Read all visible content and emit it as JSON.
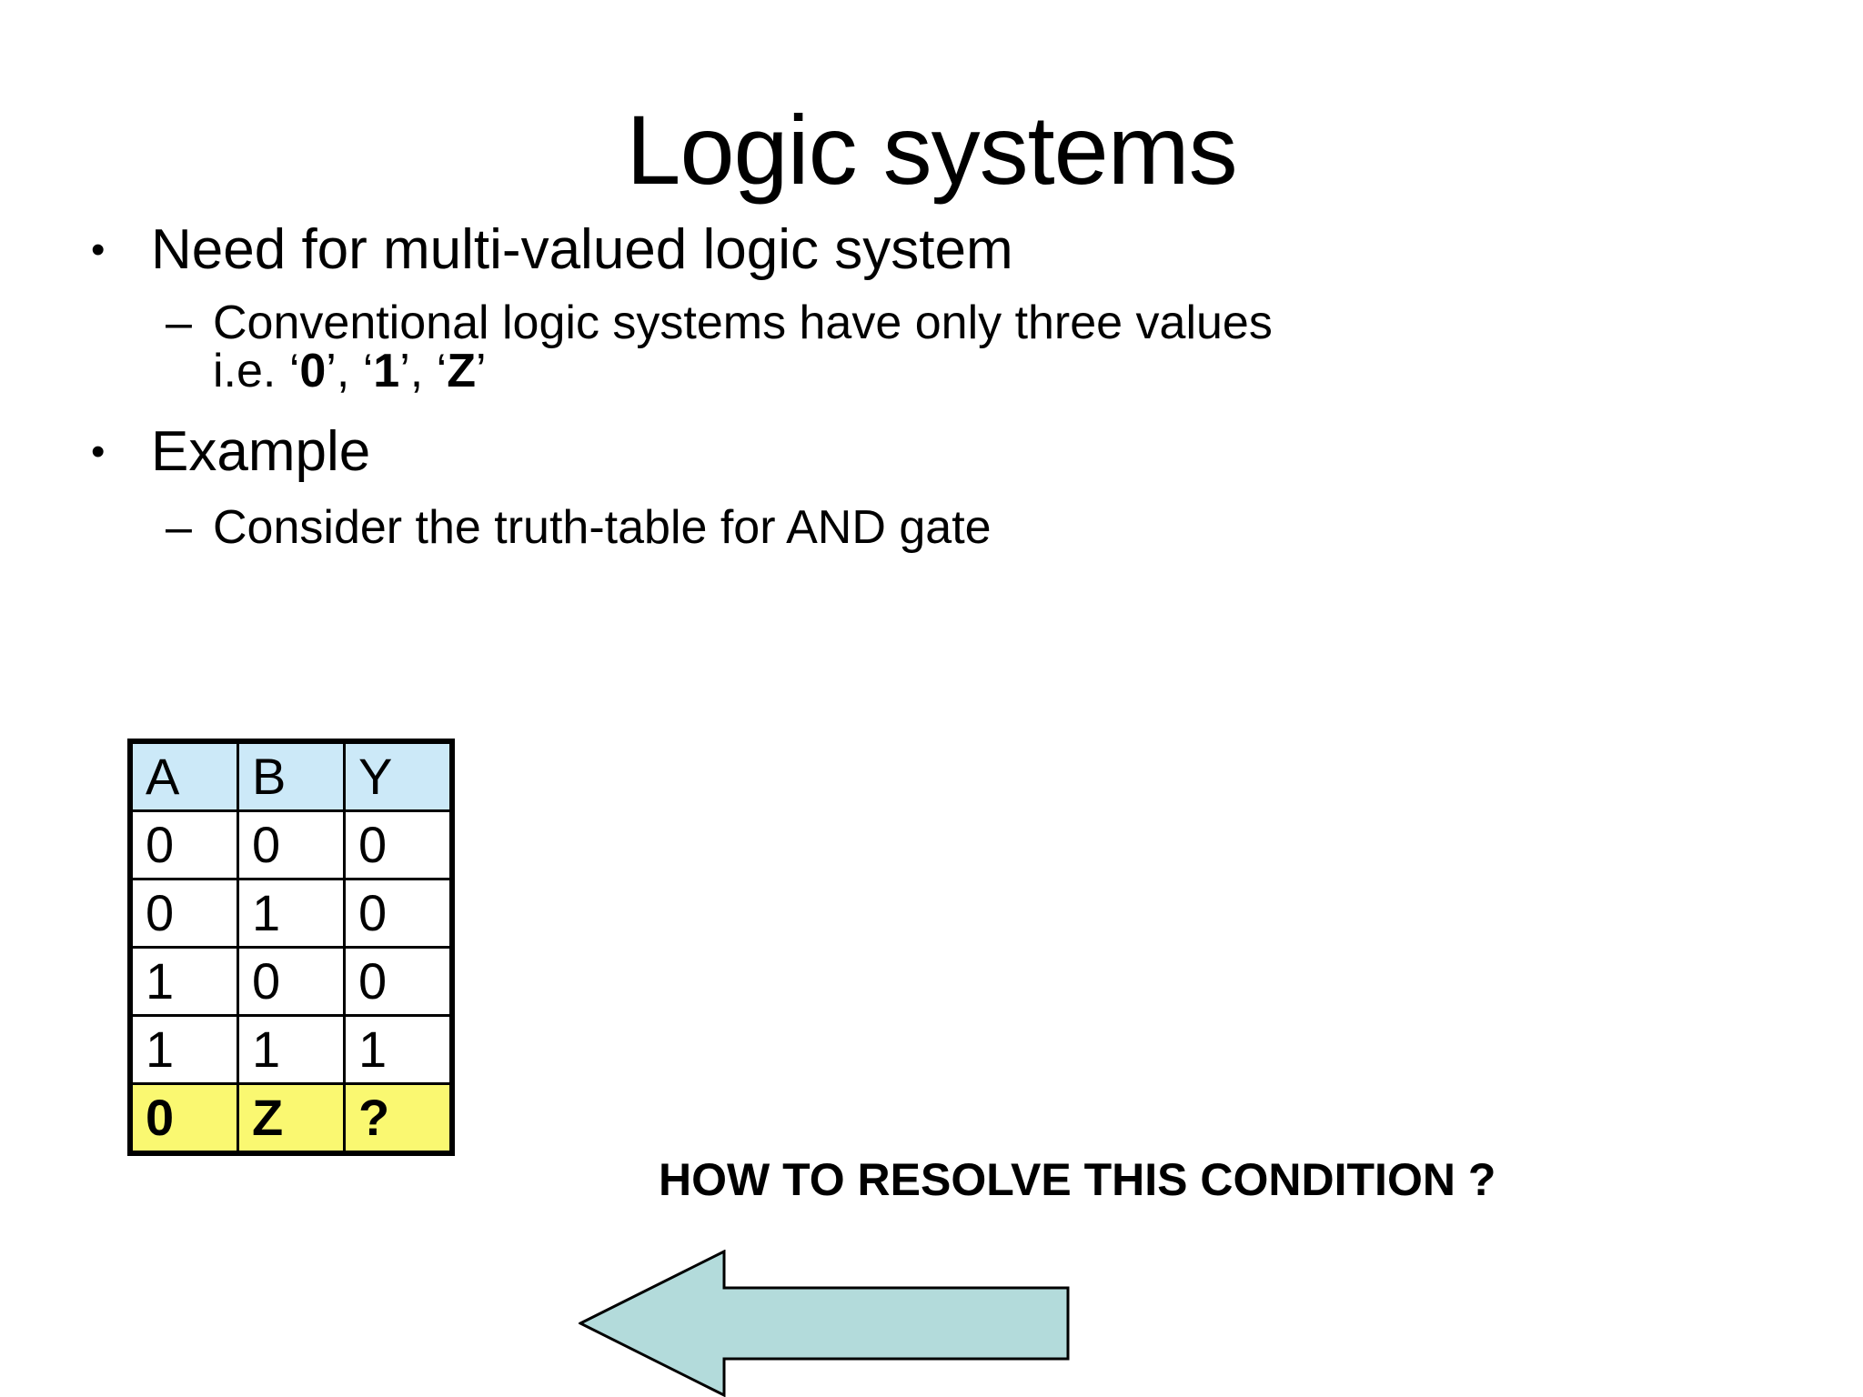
{
  "slide": {
    "title": "Logic systems",
    "bullets": [
      {
        "marker": "•",
        "text": "Need for multi-valued logic system",
        "sub": [
          {
            "marker": "–",
            "line1": "Conventional logic systems have only three values",
            "line2_prefix": "i.e. ‘",
            "line2_v1": "0",
            "line2_sep1": "’, ‘",
            "line2_v2": "1",
            "line2_sep2": "’, ‘",
            "line2_v3": "Z",
            "line2_suffix": "’"
          }
        ]
      },
      {
        "marker": "•",
        "text": "Example",
        "sub": [
          {
            "marker": "–",
            "line1": "Consider the truth-table for AND gate"
          }
        ]
      }
    ],
    "truth_table": {
      "headers": [
        "A",
        "B",
        "Y"
      ],
      "rows": [
        [
          "0",
          "0",
          "0"
        ],
        [
          "0",
          "1",
          "0"
        ],
        [
          "1",
          "0",
          "0"
        ],
        [
          "1",
          "1",
          "1"
        ],
        [
          "0",
          "Z",
          "?"
        ]
      ],
      "highlight_row_index": 4,
      "header_bg": "#cce9f8",
      "highlight_bg": "#faf871",
      "border_color": "#000000"
    },
    "callout": {
      "text": "HOW TO RESOLVE THIS CONDITION ?"
    },
    "arrow": {
      "direction": "left",
      "fill": "#b3dbdb",
      "stroke": "#000000"
    }
  }
}
